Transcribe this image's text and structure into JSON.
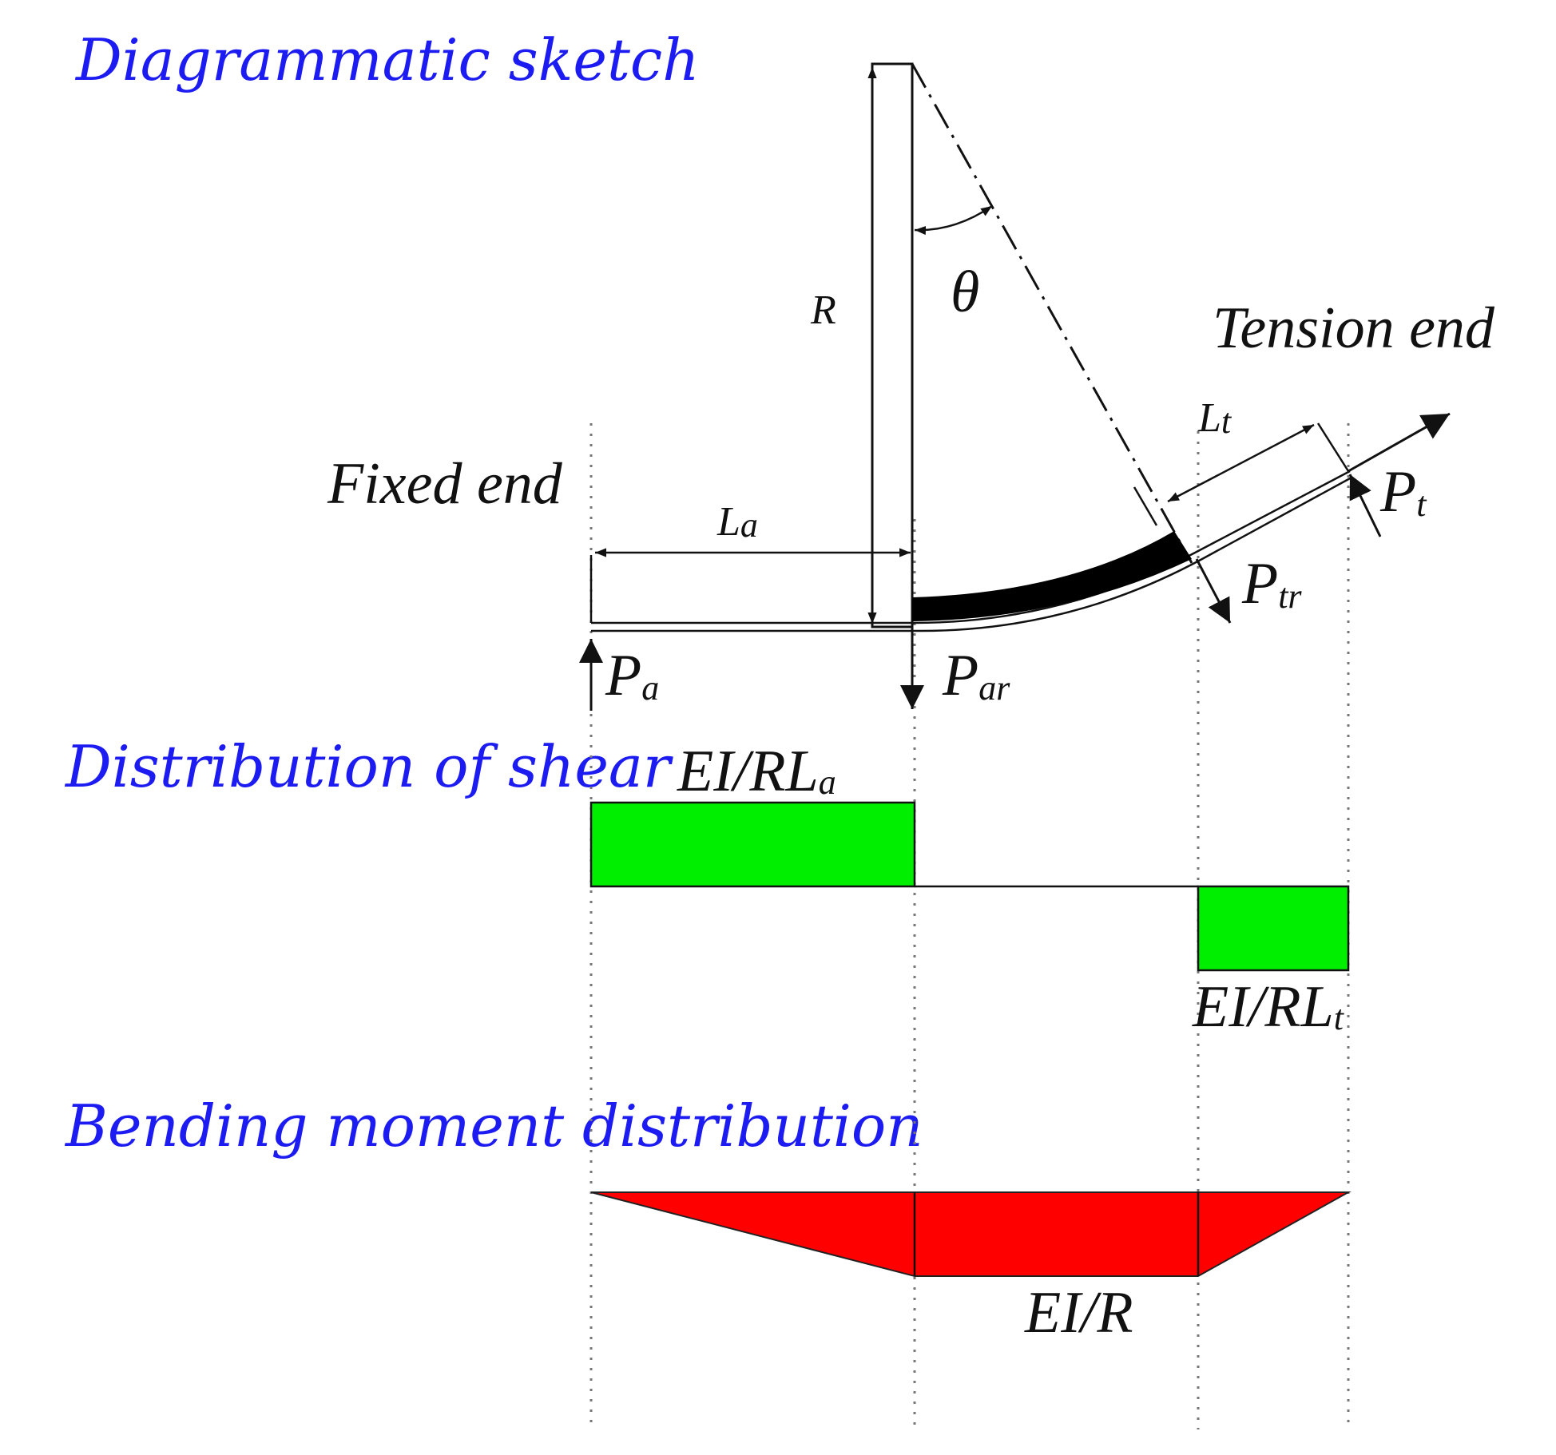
{
  "headings": {
    "sketch": "Diagrammatic sketch",
    "shear": "Distribution of shear",
    "moment": "Bending moment distribution"
  },
  "labels": {
    "fixed_end": "Fixed end",
    "tension_end": "Tension end",
    "R": "R",
    "theta": "θ",
    "La_main": "L",
    "La_sub": "a",
    "Lt_main": "L",
    "Lt_sub": "t",
    "Pa_main": "P",
    "Pa_sub": "a",
    "Par_main": "P",
    "Par_sub": "ar",
    "Ptr_main": "P",
    "Ptr_sub": "tr",
    "Pt_main": "P",
    "Pt_sub": "t",
    "shear_a_main": "EI/RL",
    "shear_a_sub": "a",
    "shear_t_main": "EI/RL",
    "shear_t_sub": "t",
    "moment_label": "EI/R"
  },
  "colors": {
    "heading": "#1c1cf2",
    "shear_fill": "#00ee00",
    "moment_fill": "#ff0000"
  }
}
